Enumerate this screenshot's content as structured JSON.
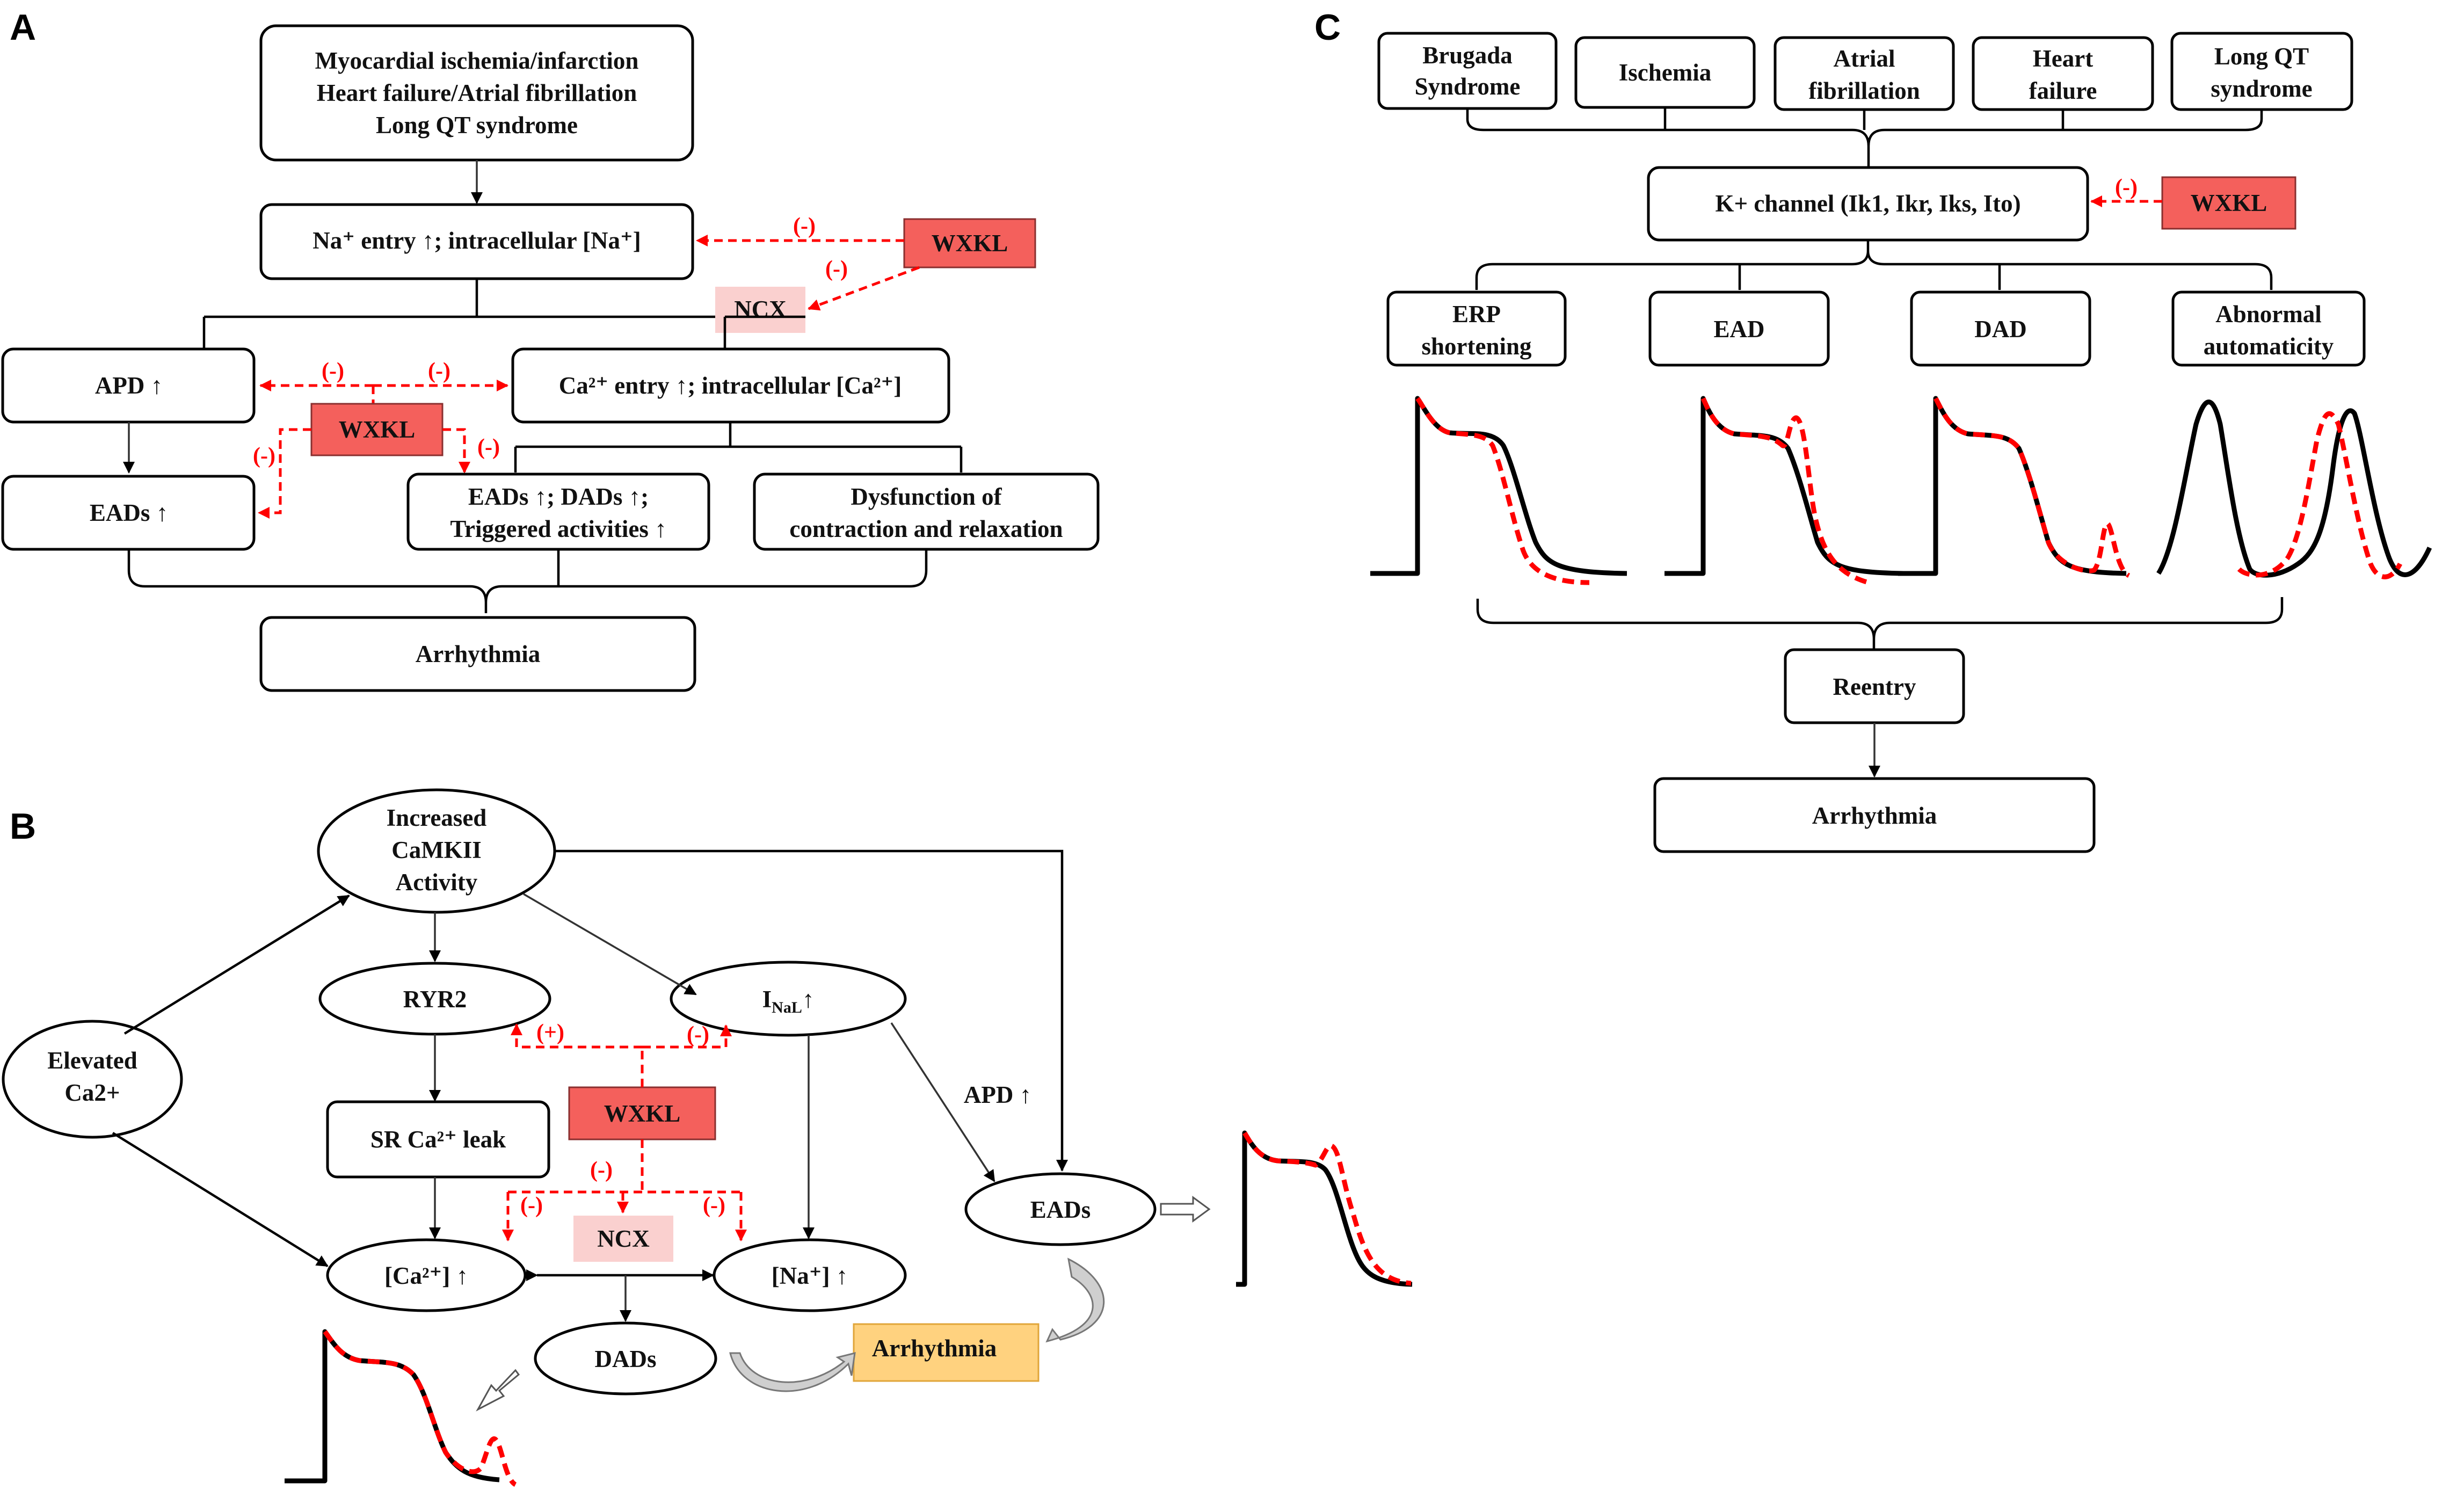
{
  "panels": {
    "a": "A",
    "b": "B",
    "c": "C"
  },
  "colors": {
    "inhibit": "#ff0000",
    "wxkl_fill": "#f4605c",
    "ncx_fill": "#fad0cf",
    "arrhythmia_fill": "#ffd27f"
  },
  "panel_a": {
    "top_line1": "Myocardial ischemia/infarction",
    "top_line2": "Heart failure/Atrial  fibrillation",
    "top_line3": "Long QT syndrome",
    "na_entry": "Na⁺ entry ↑; intracellular  [Na⁺]",
    "wxkl": "WXKL",
    "ncx": "NCX",
    "apd": "APD ↑",
    "ca_entry": "Ca²⁺ entry ↑; intracellular  [Ca²⁺]",
    "eads": "EADs ↑",
    "eads_dads_line1": "EADs ↑; DADs ↑;",
    "eads_dads_line2": "Triggered activities ↑",
    "dysfunction_line1": "Dysfunction  of",
    "dysfunction_line2": "contraction  and relaxation",
    "arrhythmia": "Arrhythmia",
    "inhibit": "(-)"
  },
  "panel_b": {
    "camkii_line1": "Increased",
    "camkii_line2": "CaMKII",
    "camkii_line3": "Activity",
    "elevated_line1": "Elevated",
    "elevated_line2": "Ca2+",
    "ryr2": "RYR2",
    "inal_main": "I",
    "inal_sub": "NaL",
    "inal_arrow": "↑",
    "sr_leak": "SR Ca²⁺ leak",
    "wxkl": "WXKL",
    "ncx": "NCX",
    "ca_i": "[Ca²⁺] ↑",
    "na_i": "[Na⁺] ↑",
    "dads": "DADs",
    "eads": "EADs",
    "apd": "APD ↑",
    "arrhythmia": "Arrhythmia",
    "activate": "(+)",
    "inhibit": "(-)"
  },
  "panel_c": {
    "brugada_line1": "Brugada",
    "brugada_line2": "Syndrome",
    "ischemia": "Ischemia",
    "af_line1": "Atrial",
    "af_line2": "fibrillation",
    "hf_line1": "Heart",
    "hf_line2": "failure",
    "lqt_line1": "Long QT",
    "lqt_line2": "syndrome",
    "k_channel": "K+  channel (Ik1, Ikr, Iks, Ito)",
    "wxkl": "WXKL",
    "inhibit": "(-)",
    "erp_line1": "ERP",
    "erp_line2": "shortening",
    "ead": "EAD",
    "dad": "DAD",
    "abn_line1": "Abnormal",
    "abn_line2": "automaticity",
    "reentry": "Reentry",
    "arrhythmia": "Arrhythmia"
  }
}
